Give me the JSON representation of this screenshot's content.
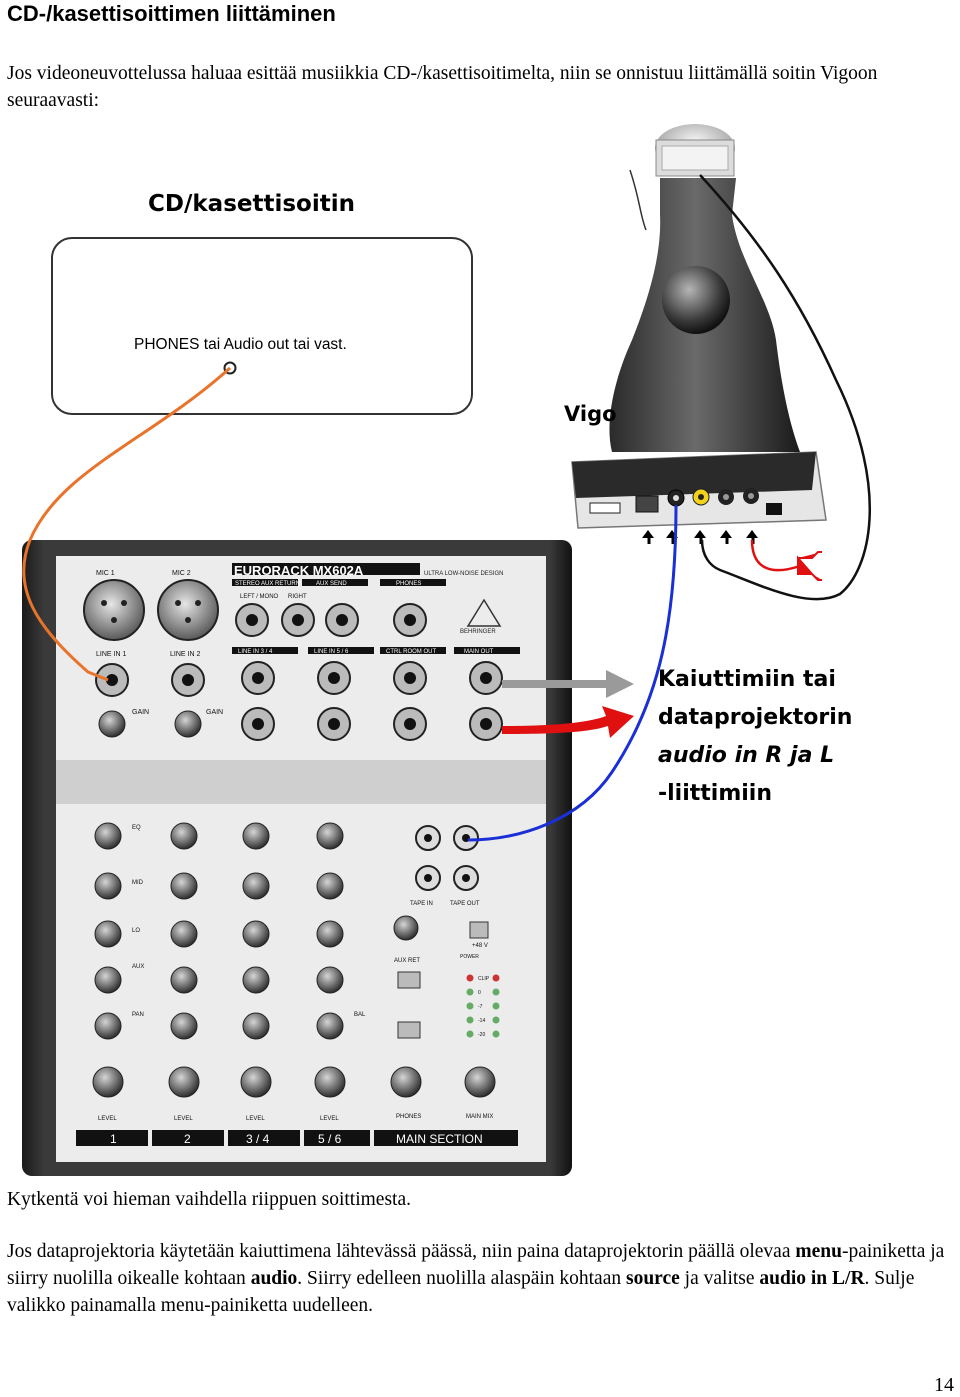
{
  "heading": "CD-/kasettisoittimen liittäminen",
  "intro": "Jos videoneuvottelussa haluaa esittää musiikkia CD-/kasettisoitimelta, niin se onnistuu liittämällä soitin Vigoon seuraavasti:",
  "diagram": {
    "cd_title": "CD/kasettisoitin",
    "cd_port_label": "PHONES tai Audio out tai vast.",
    "vigo_label": "Vigo",
    "output_label_lines": [
      "Kaiuttimiin tai",
      "dataprojektorin",
      "audio in R ja L",
      "-liittimiin"
    ],
    "mixer": {
      "brand": "EURORACK MX602A",
      "tagline": "ULTRA LOW-NOISE DESIGN",
      "maker": "BEHRINGER",
      "mic_labels": [
        "MIC 1",
        "MIC 2"
      ],
      "line_labels": [
        "LINE IN 1",
        "LINE IN 2"
      ],
      "top_labels": [
        "STEREO AUX RETURN",
        "AUX SEND",
        "PHONES"
      ],
      "return_labels": [
        "LEFT / MONO",
        "RIGHT"
      ],
      "jack_row_labels": [
        "LINE IN 3 / 4",
        "LINE IN 5 / 6",
        "CTRL ROOM OUT",
        "MAIN OUT"
      ],
      "gain_label": "GAIN",
      "knob_rows": [
        "EQ",
        "MID",
        "LO",
        "AUX",
        "PAN"
      ],
      "bal_label": "BAL",
      "level_label": "LEVEL",
      "tape_labels": [
        "TAPE IN",
        "TAPE OUT"
      ],
      "channel_labels": [
        "1",
        "2",
        "3 / 4",
        "5 / 6",
        "MAIN SECTION"
      ],
      "aux_ret_label": "AUX RET",
      "phones_label": "PHONES",
      "main_mix_label": "MAIN MIX",
      "phantom_label": "+48 V",
      "power_label": "POWER",
      "meter_labels": [
        "CLIP",
        "0",
        "-7",
        "-14",
        "-20"
      ]
    }
  },
  "note": "Kytkentä voi hieman vaihdella riippuen soittimesta.",
  "instructions": [
    {
      "text": "Jos dataprojektoria käytetään kaiuttimena lähtevässä päässä, niin paina dataprojektorin päällä olevaa ",
      "bold": false
    },
    {
      "text": "menu",
      "bold": true
    },
    {
      "text": "-painiketta ja siirry nuolilla oikealle kohtaan ",
      "bold": false
    },
    {
      "text": "audio",
      "bold": true
    },
    {
      "text": ". Siirry edelleen nuolilla alaspäin kohtaan ",
      "bold": false
    },
    {
      "text": "source",
      "bold": true
    },
    {
      "text": " ja valitse ",
      "bold": false
    },
    {
      "text": "audio in L/R",
      "bold": true
    },
    {
      "text": ". Sulje valikko painamalla menu-painiketta uudelleen.",
      "bold": false
    }
  ],
  "page_number": "14",
  "colors": {
    "cable_orange": "#e8742c",
    "cable_blue": "#1a2fd6",
    "cable_black": "#111111",
    "arrow_gray": "#9a9a9a",
    "arrow_red": "#e01010",
    "power_red": "#e01010"
  }
}
